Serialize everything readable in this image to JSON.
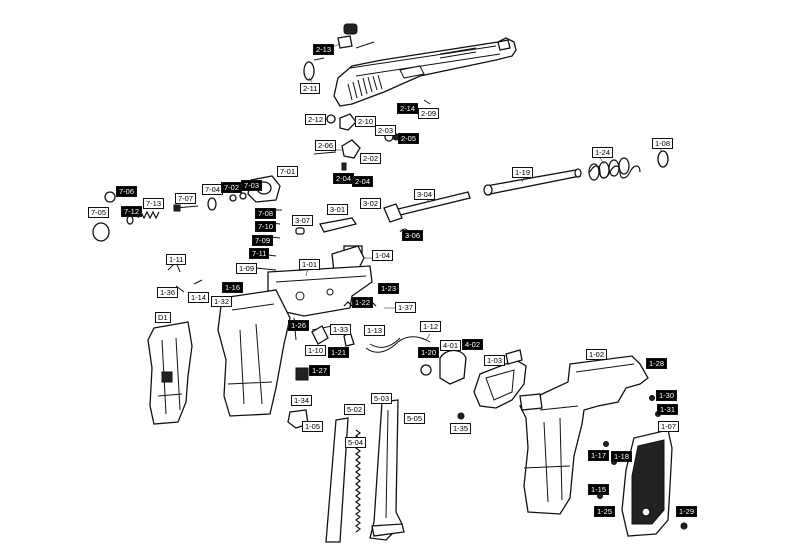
{
  "callouts": [
    {
      "id": "c-2-13",
      "text": "2-13",
      "inverted": true
    },
    {
      "id": "c-2-11",
      "text": "2-11",
      "inverted": false
    },
    {
      "id": "c-2-14",
      "text": "2-14",
      "inverted": true
    },
    {
      "id": "c-2-09",
      "text": "2-09",
      "inverted": false
    },
    {
      "id": "c-2-12",
      "text": "2-12",
      "inverted": false
    },
    {
      "id": "c-2-10",
      "text": "2-10",
      "inverted": false
    },
    {
      "id": "c-2-03",
      "text": "2-03",
      "inverted": false
    },
    {
      "id": "c-2-05",
      "text": "2-05",
      "inverted": true
    },
    {
      "id": "c-2-06",
      "text": "2-06",
      "inverted": false
    },
    {
      "id": "c-2-02",
      "text": "2-02",
      "inverted": false
    },
    {
      "id": "c-2-04a",
      "text": "2-04",
      "inverted": true
    },
    {
      "id": "c-2-04b",
      "text": "2-04",
      "inverted": true
    },
    {
      "id": "c-1-24",
      "text": "1-24",
      "inverted": false
    },
    {
      "id": "c-1-08",
      "text": "1-08",
      "inverted": false
    },
    {
      "id": "c-1-19",
      "text": "1-19",
      "inverted": false
    },
    {
      "id": "c-3-04",
      "text": "3-04",
      "inverted": false
    },
    {
      "id": "c-7-01",
      "text": "7-01",
      "inverted": false
    },
    {
      "id": "c-7-06",
      "text": "7-06",
      "inverted": true
    },
    {
      "id": "c-7-13",
      "text": "7-13",
      "inverted": false
    },
    {
      "id": "c-7-07",
      "text": "7-07",
      "inverted": false
    },
    {
      "id": "c-7-04",
      "text": "7-04",
      "inverted": false
    },
    {
      "id": "c-7-02",
      "text": "7-02",
      "inverted": true
    },
    {
      "id": "c-7-03",
      "text": "7-03",
      "inverted": true
    },
    {
      "id": "c-7-05",
      "text": "7-05",
      "inverted": false
    },
    {
      "id": "c-7-12",
      "text": "7-12",
      "inverted": true
    },
    {
      "id": "c-7-08",
      "text": "7-08",
      "inverted": true
    },
    {
      "id": "c-7-10",
      "text": "7-10",
      "inverted": true
    },
    {
      "id": "c-7-09",
      "text": "7-09",
      "inverted": true
    },
    {
      "id": "c-7-11",
      "text": "7-11",
      "inverted": true
    },
    {
      "id": "c-3-07",
      "text": "3-07",
      "inverted": false
    },
    {
      "id": "c-3-01",
      "text": "3-01",
      "inverted": false
    },
    {
      "id": "c-3-02",
      "text": "3-02",
      "inverted": false
    },
    {
      "id": "c-3-06",
      "text": "3-06",
      "inverted": true
    },
    {
      "id": "c-1-11",
      "text": "1-11",
      "inverted": false
    },
    {
      "id": "c-1-09",
      "text": "1-09",
      "inverted": false
    },
    {
      "id": "c-1-01",
      "text": "1-01",
      "inverted": false
    },
    {
      "id": "c-1-04",
      "text": "1-04",
      "inverted": false
    },
    {
      "id": "c-1-36",
      "text": "1-36",
      "inverted": false
    },
    {
      "id": "c-1-14",
      "text": "1-14",
      "inverted": false
    },
    {
      "id": "c-1-16",
      "text": "1-16",
      "inverted": true
    },
    {
      "id": "c-1-32",
      "text": "1-32",
      "inverted": false
    },
    {
      "id": "c-1-23",
      "text": "1-23",
      "inverted": true
    },
    {
      "id": "c-1-22",
      "text": "1-22",
      "inverted": true
    },
    {
      "id": "c-1-37",
      "text": "1-37",
      "inverted": false
    },
    {
      "id": "c-d1",
      "text": "D1",
      "inverted": false
    },
    {
      "id": "c-1-26",
      "text": "1-26",
      "inverted": true
    },
    {
      "id": "c-1-33",
      "text": "1-33",
      "inverted": false
    },
    {
      "id": "c-1-13",
      "text": "1-13",
      "inverted": false
    },
    {
      "id": "c-1-10",
      "text": "1-10",
      "inverted": false
    },
    {
      "id": "c-1-21",
      "text": "1-21",
      "inverted": true
    },
    {
      "id": "c-1-12",
      "text": "1-12",
      "inverted": false
    },
    {
      "id": "c-4-01",
      "text": "4-01",
      "inverted": false
    },
    {
      "id": "c-4-02",
      "text": "4-02",
      "inverted": true
    },
    {
      "id": "c-1-20",
      "text": "1-20",
      "inverted": true
    },
    {
      "id": "c-1-03",
      "text": "1-03",
      "inverted": false
    },
    {
      "id": "c-1-02",
      "text": "1-02",
      "inverted": false
    },
    {
      "id": "c-1-28",
      "text": "1-28",
      "inverted": true
    },
    {
      "id": "c-1-27",
      "text": "1-27",
      "inverted": true
    },
    {
      "id": "c-1-34",
      "text": "1-34",
      "inverted": false
    },
    {
      "id": "c-1-05",
      "text": "1-05",
      "inverted": false
    },
    {
      "id": "c-5-02",
      "text": "5-02",
      "inverted": false
    },
    {
      "id": "c-5-03",
      "text": "5-03",
      "inverted": false
    },
    {
      "id": "c-5-05",
      "text": "5-05",
      "inverted": false
    },
    {
      "id": "c-5-04",
      "text": "5-04",
      "inverted": false
    },
    {
      "id": "c-1-35",
      "text": "1-35",
      "inverted": false
    },
    {
      "id": "c-1-30",
      "text": "1-30",
      "inverted": true
    },
    {
      "id": "c-1-31",
      "text": "1-31",
      "inverted": true
    },
    {
      "id": "c-1-07",
      "text": "1-07",
      "inverted": false
    },
    {
      "id": "c-1-17",
      "text": "1-17",
      "inverted": true
    },
    {
      "id": "c-1-18",
      "text": "1-18",
      "inverted": true
    },
    {
      "id": "c-1-15",
      "text": "1-15",
      "inverted": true
    },
    {
      "id": "c-1-25",
      "text": "1-25",
      "inverted": true
    },
    {
      "id": "c-1-29",
      "text": "1-29",
      "inverted": true
    }
  ]
}
